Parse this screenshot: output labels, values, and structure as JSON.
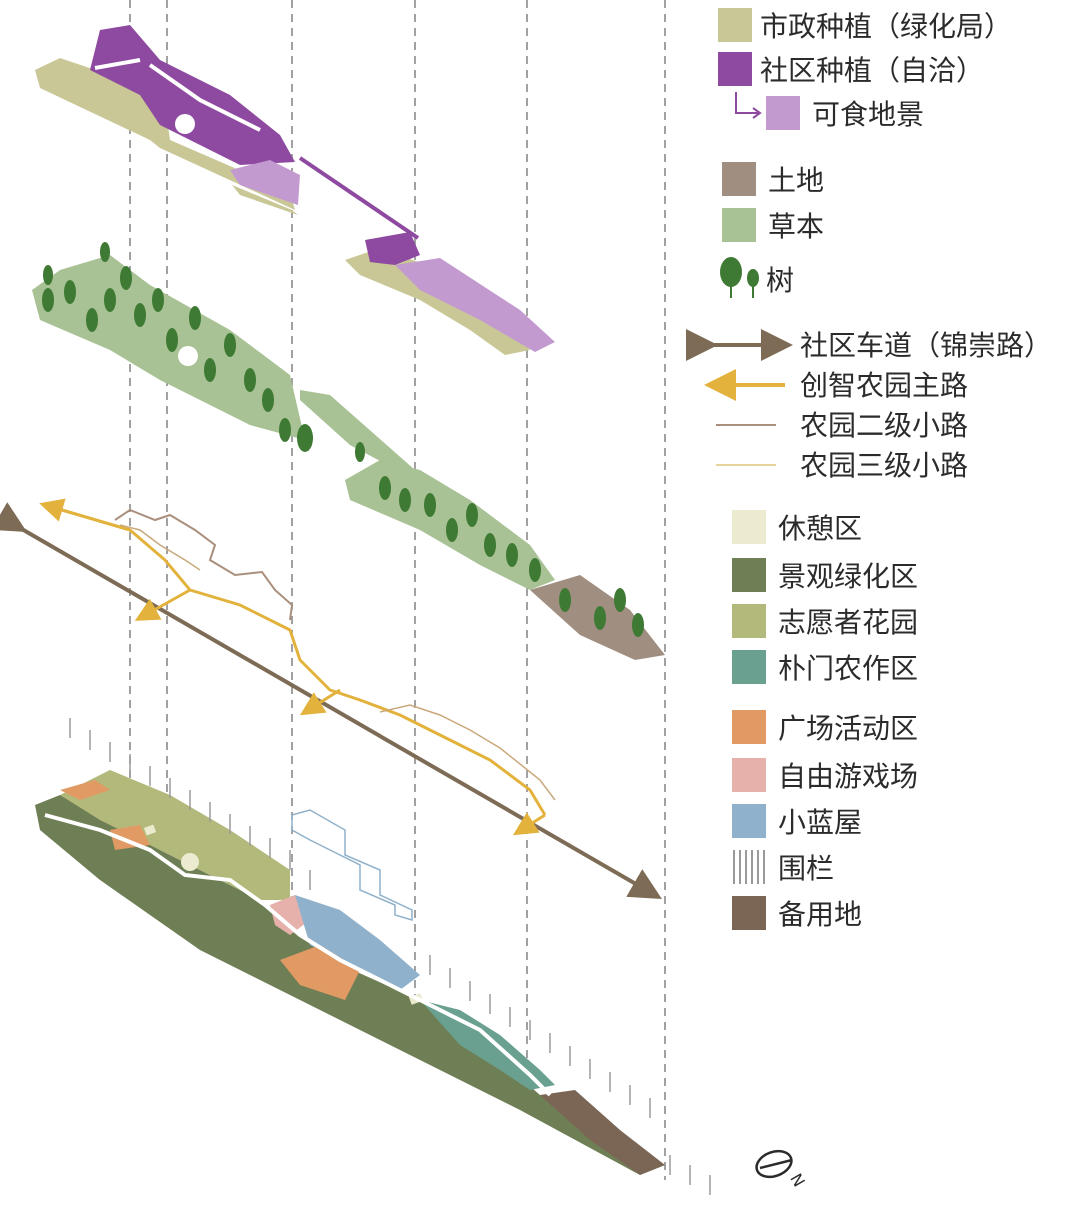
{
  "legend": {
    "planting": [
      {
        "label": "市政种植（绿化局）",
        "color": "#c9c796"
      },
      {
        "label": "社区种植（自洽）",
        "color": "#8e4aa0"
      },
      {
        "label": "可食地景",
        "color": "#c39ad0"
      }
    ],
    "vegetation": [
      {
        "label": "土地",
        "color": "#a08e80"
      },
      {
        "label": "草本",
        "color": "#a9c295"
      },
      {
        "label": "树",
        "color": "#3f7a34"
      }
    ],
    "paths": [
      {
        "label": "社区车道（锦崇路）",
        "color": "#7d6b55"
      },
      {
        "label": "创智农园主路",
        "color": "#e3b23c"
      },
      {
        "label": "农园二级小路",
        "color": "#a98f7c"
      },
      {
        "label": "农园三级小路",
        "color": "#e6d49a"
      }
    ],
    "zones": [
      {
        "label": "休憩区",
        "color": "#ecebcf"
      },
      {
        "label": "景观绿化区",
        "color": "#6f7f55"
      },
      {
        "label": "志愿者花园",
        "color": "#b3b97a"
      },
      {
        "label": "朴门农作区",
        "color": "#69a08f"
      }
    ],
    "facilities": [
      {
        "label": "广场活动区",
        "color": "#e19a63"
      },
      {
        "label": "自由游戏场",
        "color": "#e6b0ab"
      },
      {
        "label": "小蓝屋",
        "color": "#8fb1cb"
      },
      {
        "label": "围栏",
        "color": "#9a9a9a"
      },
      {
        "label": "备用地",
        "color": "#7b6655"
      }
    ]
  },
  "north_arrow": {
    "letter": "N"
  }
}
